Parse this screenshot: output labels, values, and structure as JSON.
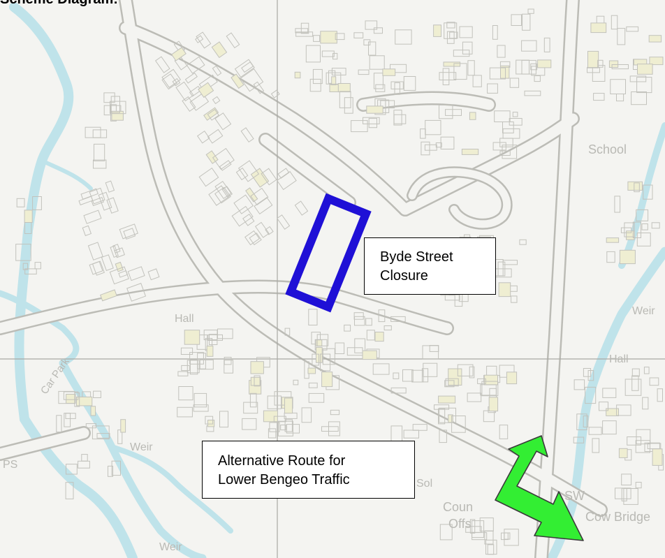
{
  "title": "Scheme Diagram:",
  "callouts": {
    "closure": [
      "Byde Street",
      "Closure"
    ],
    "route": [
      "Alternative Route for",
      "Lower Bengeo Traffic"
    ]
  },
  "map_labels": {
    "school": "School",
    "weir_right": "Weir",
    "hall_right": "Hall",
    "hall_left": "Hall",
    "car_park": "Car Park",
    "weir_left": "Weir",
    "weir_bottom": "Weir",
    "coun_offs_1": "Coun",
    "coun_offs_2": "Offs",
    "cow_bridge": "Cow Bridge",
    "sw": "SW",
    "sol": "Sol",
    "ps": "PS"
  },
  "icons": {
    "closure_marker": "rotated-rectangle-outline",
    "route_arrow": "double-headed-bent-arrow"
  },
  "colors": {
    "closure_outline": "#1f10d6",
    "route_arrow": "#33ee33",
    "water": "#bfe3ea",
    "map_lines": "#bcbcb6",
    "background": "#f4f4f1"
  }
}
